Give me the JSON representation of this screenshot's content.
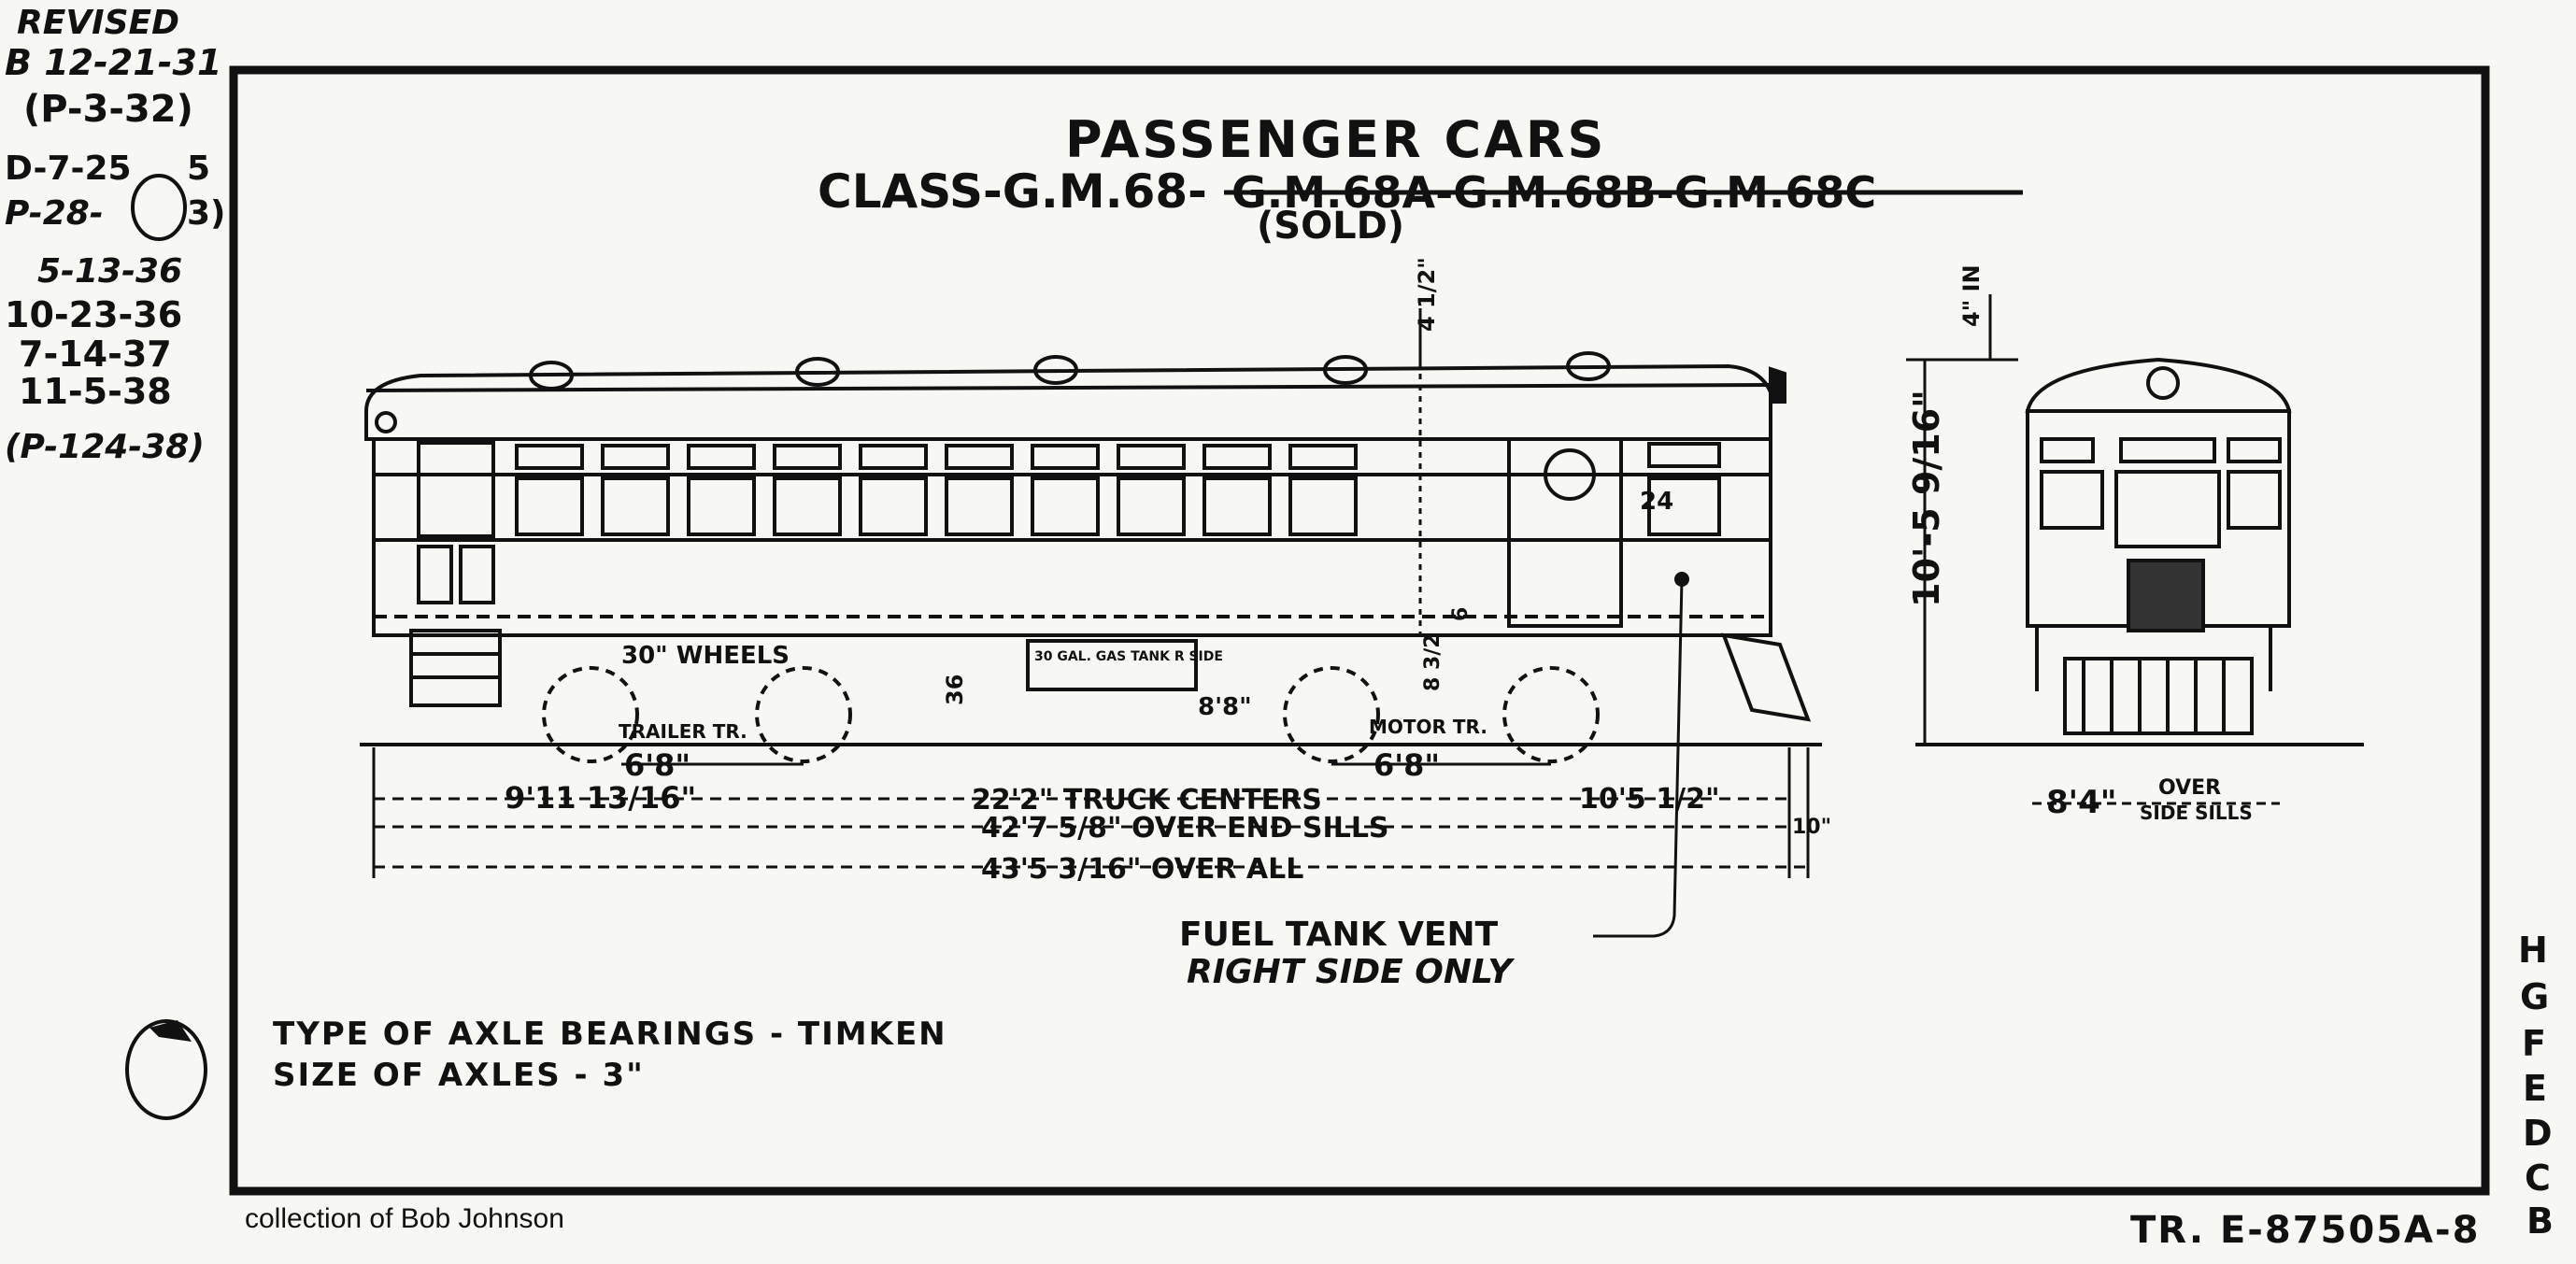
{
  "revisions": {
    "header": "REVISED",
    "entries": [
      "B 12-21-31",
      "(P-3-32)",
      "D-7-25",
      "5",
      "P-28-",
      "3)",
      "5-13-36",
      "10-23-36",
      "7-14-37",
      "11-5-38",
      "(P-124-38)"
    ]
  },
  "title": {
    "line1": "PASSENGER CARS",
    "line2": "CLASS-G.M.68-",
    "struck": "G.M.68A-G.M.68B-G.M.68C",
    "sold": "(SOLD)"
  },
  "side_view_labels": {
    "wheels": "30\" WHEELS",
    "trailer_truck": "TRAILER TR.",
    "motor_truck": "MOTOR TR.",
    "gas_tank": "30 GAL. GAS TANK R SIDE",
    "vertical_36": "36",
    "vertical_83": "8 3/2",
    "vertical_6": "6",
    "h_88": "8'8\"",
    "seat_number": "24"
  },
  "dimensions": {
    "top_clearance": "4 1/2\"",
    "end_top": "4\" IN",
    "height": "10'-5 9/16\"",
    "dim_911": "9'11 13/16\"",
    "trailer_wheelbase": "6'8\"",
    "motor_wheelbase": "6'8\"",
    "dim_1051": "10'5 1/2\"",
    "truck_centers": "22'2\" TRUCK CENTERS",
    "over_end_sills": "42'7 5/8\" OVER END SILLS",
    "over_all": "43'5 3/16\" OVER ALL",
    "end_10": "10\"",
    "width_value": "8'4\"",
    "width_over": "OVER",
    "width_side_sills": "SIDE SILLS"
  },
  "notes": {
    "fuel_vent": "FUEL TANK VENT",
    "fuel_vent_side": "RIGHT SIDE ONLY",
    "axle_bearings": "TYPE OF AXLE BEARINGS - TIMKEN",
    "axle_size": "SIZE OF AXLES - 3\""
  },
  "revision_letters": [
    "H",
    "G",
    "F",
    "E",
    "D",
    "C",
    "B"
  ],
  "drawing_number": "TR. E-87505A-8",
  "credit": "collection of Bob Johnson"
}
